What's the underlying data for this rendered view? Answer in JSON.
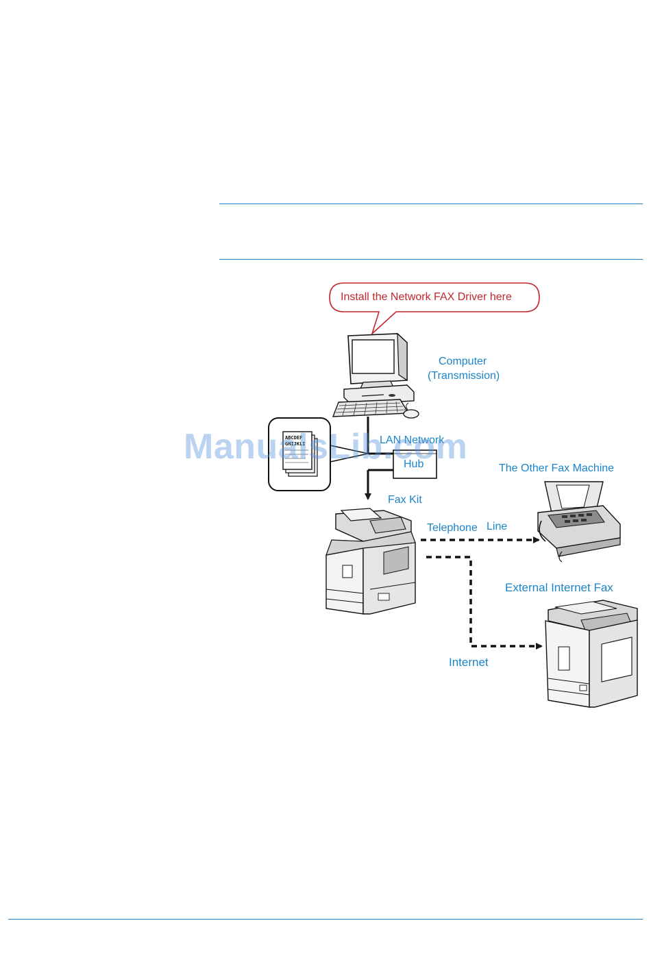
{
  "callout": {
    "text": "Install the Network FAX Driver here"
  },
  "labels": {
    "computer_line1": "Computer",
    "computer_line2": "(Transmission)",
    "lan_network": "LAN Network",
    "hub": "Hub",
    "fax_kit": "Fax Kit",
    "other_fax": "The Other Fax Machine",
    "telephone": "Telephone",
    "line": "Line",
    "external_internet_fax": "External Internet Fax",
    "internet": "Internet"
  },
  "document_icon": {
    "line1": "ABCDEF",
    "line2": "GHIJKLI"
  },
  "watermark": "ManualsLib.com",
  "colors": {
    "label": "#1b84c8",
    "callout": "#c4262e",
    "rule": "#1f7bbf"
  }
}
